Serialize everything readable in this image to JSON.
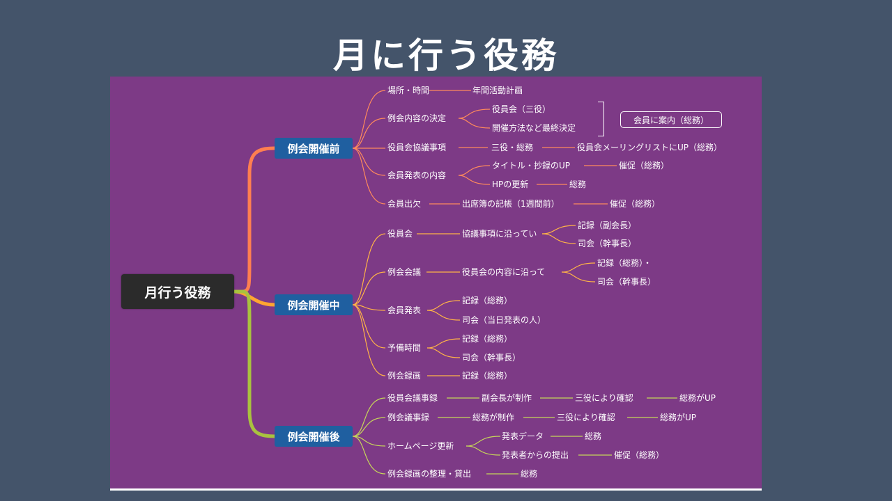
{
  "page_title": "月に行う役務",
  "root": "月行う役務",
  "stages": {
    "before": "例会開催前",
    "during": "例会開催中",
    "after": "例会開催後"
  },
  "items": {
    "b1": "場所・時間",
    "b1a": "年間活動計画",
    "b2": "例会内容の決定",
    "b2a": "役員会（三役）",
    "b2b": "開催方法など最終決定",
    "b2box": "会員に案内（総務）",
    "b3": "役員会協議事項",
    "b3a": "三役・総務",
    "b3b": "役員会メーリングリストにUP（総務）",
    "b4": "会員発表の内容",
    "b4a": "タイトル・抄録のUP",
    "b4a1": "催促（総務）",
    "b4b": "HPの更新",
    "b4b1": "総務",
    "b5": "会員出欠",
    "b5a": "出席簿の記帳（1週間前）",
    "b5b": "催促（総務）",
    "d1": "役員会",
    "d1a": "協議事項に沿ってい",
    "d1a1": "記録（副会長）",
    "d1a2": "司会（幹事長）",
    "d2": "例会会議",
    "d2a": "役員会の内容に沿って",
    "d2a1": "記録（総務）・",
    "d2a2": "司会（幹事長）",
    "d3": "会員発表",
    "d3a": "記録（総務）",
    "d3b": "司会（当日発表の人）",
    "d4": "予備時間",
    "d4a": "記録（総務）",
    "d4b": "司会（幹事長）",
    "d5": "例会録画",
    "d5a": "記録（総務）",
    "a1": "役員会議事録",
    "a1a": "副会長が制作",
    "a1b": "三役により確認",
    "a1c": "総務がUP",
    "a2": "例会議事録",
    "a2a": "総務が制作",
    "a2b": "三役により確認",
    "a2c": "総務がUP",
    "a3": "ホームページ更新",
    "a3a": "発表データ",
    "a3a1": "総務",
    "a3b": "発表者からの提出",
    "a3b1": "催促（総務）",
    "a4": "例会録画の整理・貸出",
    "a4a": "総務"
  },
  "colors": {
    "background": "#44546a",
    "canvas": "#7d3a86",
    "root_node": "#2b2b2b",
    "stage_node": "#1f5fa0",
    "branch_before": "#ff7f50",
    "branch_during": "#ffa531",
    "branch_after": "#a9c23f"
  }
}
